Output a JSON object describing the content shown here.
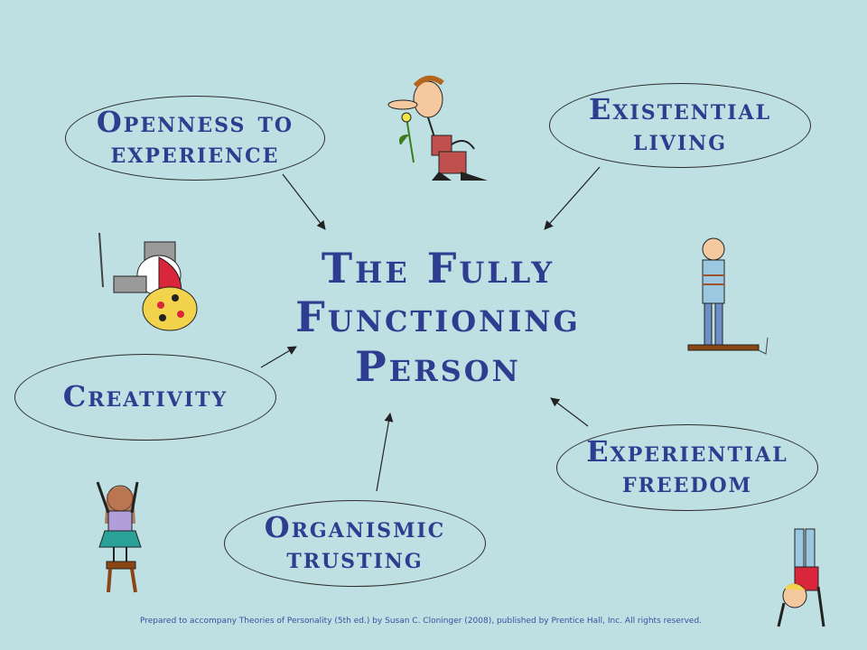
{
  "title": {
    "line1": "The Fully",
    "line2": "Functioning",
    "line3": "Person"
  },
  "nodes": {
    "openness": {
      "line1": "Openness to",
      "line2": "experience"
    },
    "existential": {
      "line1": "Existential",
      "line2": "living"
    },
    "creativity": {
      "line1": "Creativity"
    },
    "experiential": {
      "line1": "Experiential",
      "line2": "freedom"
    },
    "organismic": {
      "line1": "Organismic",
      "line2": "trusting"
    }
  },
  "footer": "Prepared to accompany Theories of Personality (5th ed.) by Susan C. Cloninger (2008), published by Prentice Hall, Inc. All rights reserved.",
  "colors": {
    "background": "#bfe0e3",
    "text": "#2e3d8f"
  },
  "illustrations": [
    "man-with-flower-clipart",
    "painter-with-palette-clipart",
    "tied-man-on-plank-clipart",
    "cheering-girl-on-stool-clipart",
    "handstand-boy-clipart"
  ]
}
